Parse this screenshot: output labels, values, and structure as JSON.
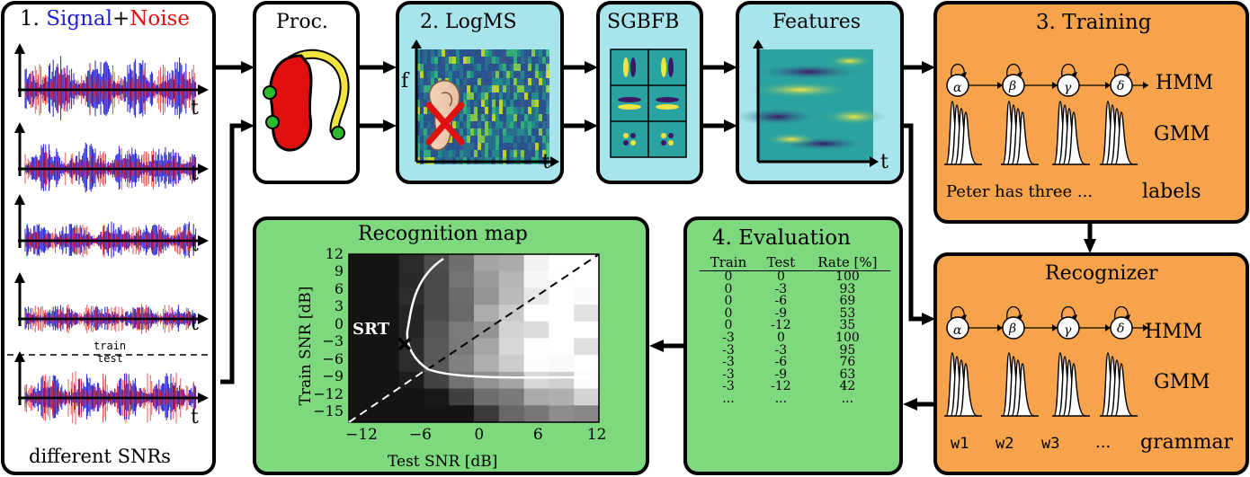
{
  "colors": {
    "signal": "#1f1fd6",
    "noise": "#e01010",
    "cyan_box": "#a8e4ec",
    "green_box": "#7ed97e",
    "orange_box": "#f7a34c"
  },
  "panel1": {
    "number": "1.",
    "signal": "Signal",
    "plus": "+",
    "noise": "Noise",
    "axis_t": "t",
    "train": "train",
    "test": "test",
    "footer": "different SNRs"
  },
  "proc": {
    "title": "Proc."
  },
  "logms": {
    "title": "2. LogMS",
    "axis_f": "f",
    "axis_t": "t"
  },
  "sgbfb": {
    "title": "SGBFB"
  },
  "features": {
    "title": "Features",
    "axis_t": "t"
  },
  "training": {
    "title": "3. Training",
    "states": [
      "α",
      "β",
      "γ",
      "δ"
    ],
    "hmm": "HMM",
    "gmm": "GMM",
    "sentence": "Peter has three ...",
    "labels": "labels"
  },
  "recognizer": {
    "title": "Recognizer",
    "states": [
      "α",
      "β",
      "γ",
      "δ"
    ],
    "hmm": "HMM",
    "gmm": "GMM",
    "words": [
      "w1",
      "w2",
      "w3",
      "..."
    ],
    "grammar": "grammar"
  },
  "evaluation": {
    "title": "4. Evaluation",
    "headers": [
      "Train",
      "Test",
      "Rate [%]"
    ],
    "rows": [
      [
        "0",
        "0",
        "100"
      ],
      [
        "0",
        "-3",
        "93"
      ],
      [
        "0",
        "-6",
        "69"
      ],
      [
        "0",
        "-9",
        "53"
      ],
      [
        "0",
        "-12",
        "35"
      ],
      [
        "-3",
        "0",
        "100"
      ],
      [
        "-3",
        "-3",
        "95"
      ],
      [
        "-3",
        "-6",
        "76"
      ],
      [
        "-3",
        "-9",
        "63"
      ],
      [
        "-3",
        "-12",
        "42"
      ],
      [
        "...",
        "...",
        "..."
      ]
    ]
  },
  "recmap": {
    "title": "Recognition map",
    "xlabel": "Test SNR [dB]",
    "ylabel": "Train SNR [dB]",
    "xticks": [
      "−12",
      "−6",
      "0",
      "6",
      "12"
    ],
    "yticks": [
      "12",
      "9",
      "6",
      "3",
      "0",
      "−3",
      "−6",
      "−9",
      "−12",
      "−15"
    ],
    "srt": "SRT"
  }
}
